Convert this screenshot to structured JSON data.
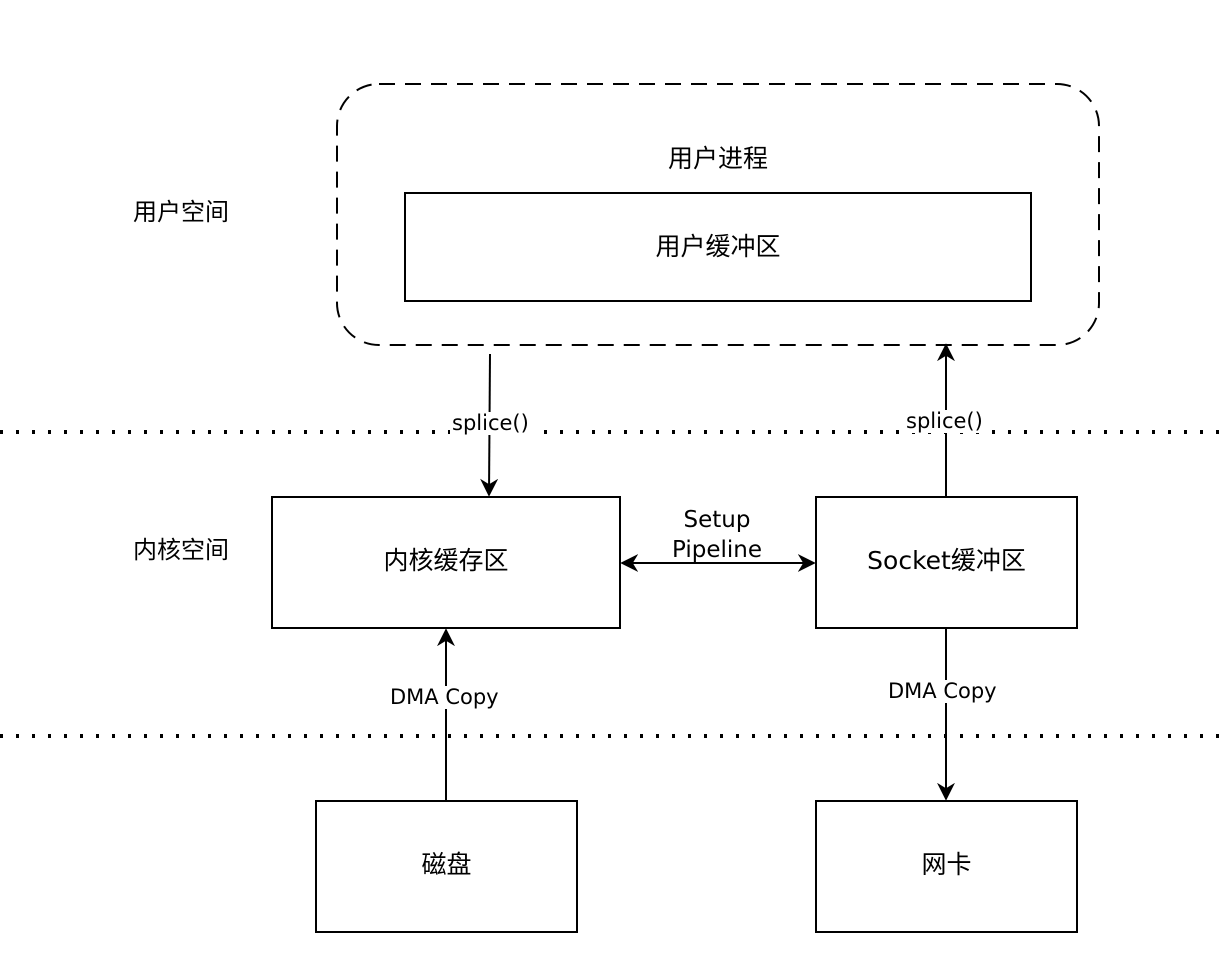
{
  "zones": {
    "user_space": "用户空间",
    "kernel_space": "内核空间"
  },
  "nodes": {
    "user_process": "用户进程",
    "user_buffer": "用户缓冲区",
    "kernel_buffer": "内核缓存区",
    "socket_buffer": "Socket缓冲区",
    "disk": "磁盘",
    "nic": "网卡"
  },
  "edges": {
    "splice_in": "splice()",
    "splice_out": "splice()",
    "pipeline_line1": "Setup",
    "pipeline_line2": "Pipeline",
    "dma_in": "DMA Copy",
    "dma_out": "DMA Copy"
  },
  "colors": {
    "stroke": "#000000",
    "background": "#ffffff"
  }
}
